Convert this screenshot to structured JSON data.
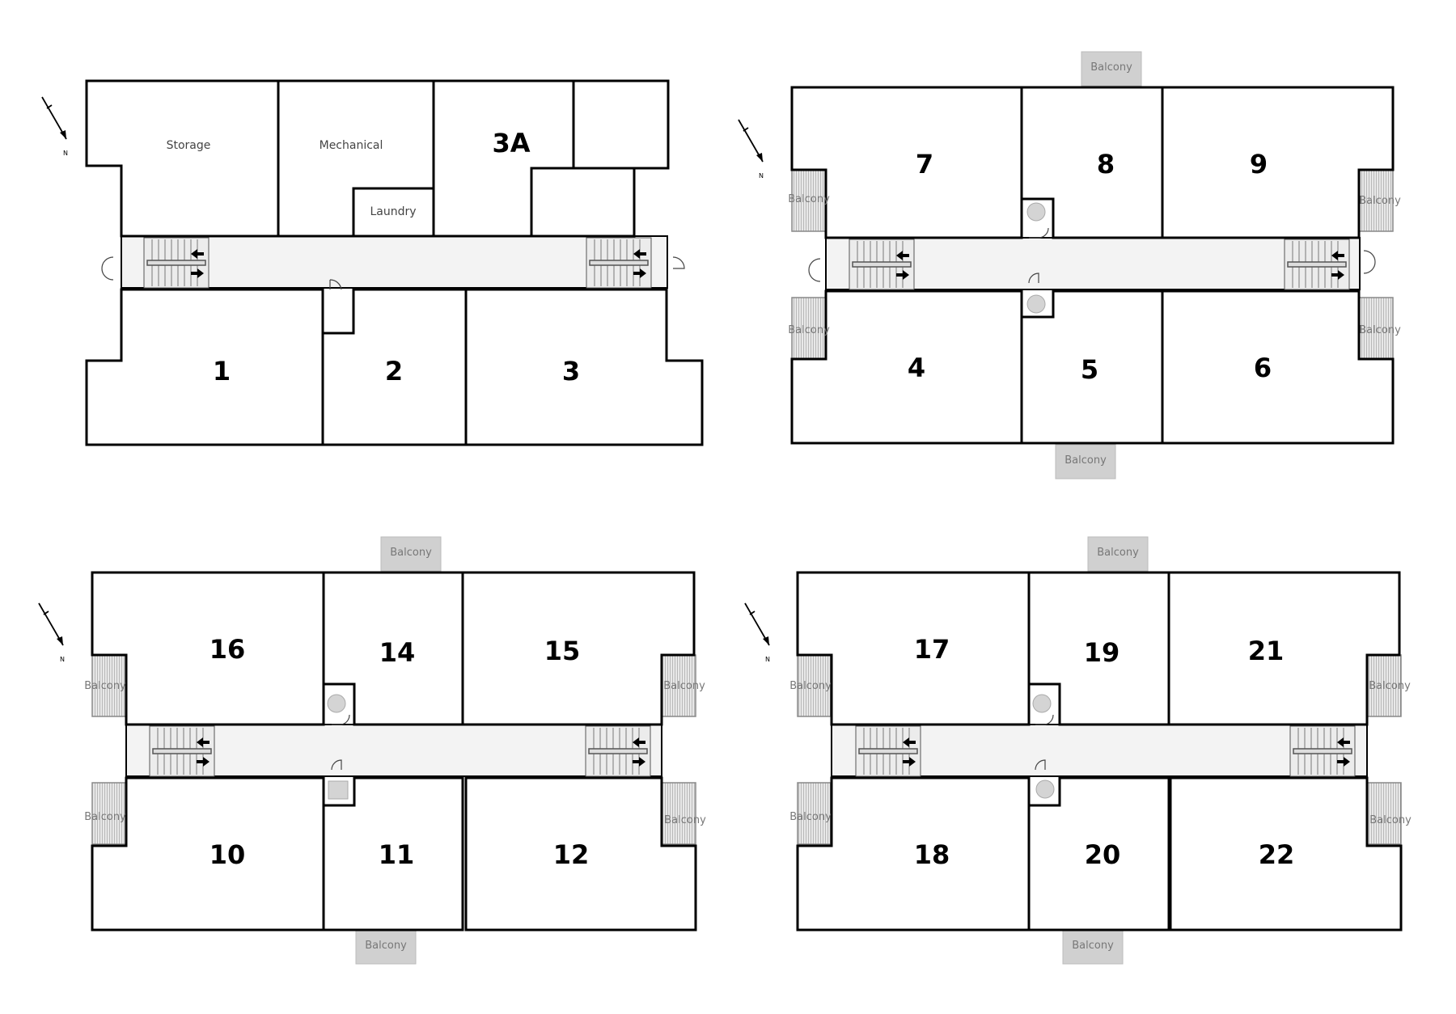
{
  "plans": [
    {
      "id": "floor-1",
      "units": [
        "1",
        "2",
        "3",
        "3A"
      ],
      "rooms": [
        "Storage",
        "Mechanical",
        "Laundry"
      ],
      "balconies": []
    },
    {
      "id": "floor-2",
      "units": [
        "7",
        "8",
        "9",
        "4",
        "5",
        "6"
      ],
      "rooms": [],
      "balconies": [
        "Balcony",
        "Balcony",
        "Balcony",
        "Balcony",
        "Balcony",
        "Balcony"
      ]
    },
    {
      "id": "floor-3",
      "units": [
        "16",
        "14",
        "15",
        "10",
        "11",
        "12"
      ],
      "rooms": [],
      "balconies": [
        "Balcony",
        "Balcony",
        "Balcony",
        "Balcony",
        "Balcony",
        "Balcony"
      ]
    },
    {
      "id": "floor-4",
      "units": [
        "17",
        "19",
        "21",
        "18",
        "20",
        "22"
      ],
      "rooms": [],
      "balconies": [
        "Balcony",
        "Balcony",
        "Balcony",
        "Balcony",
        "Balcony",
        "Balcony"
      ]
    }
  ],
  "compass": {
    "north_label": "N"
  },
  "colors": {
    "wall": "#000000",
    "balcony": "#d0d0d0",
    "corridor": "#f3f3f3"
  }
}
